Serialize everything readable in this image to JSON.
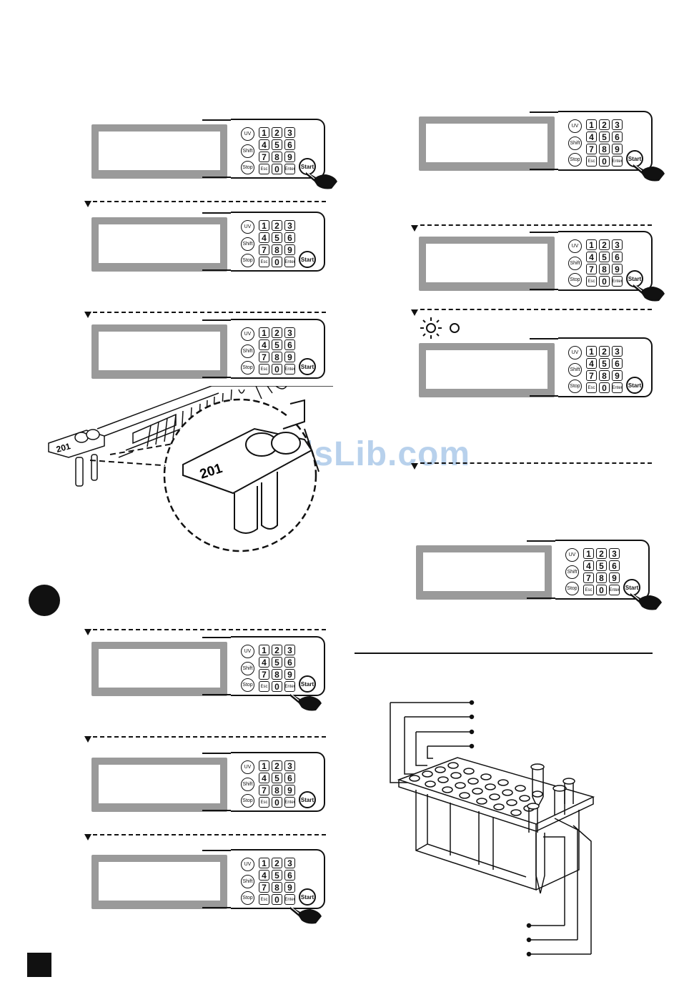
{
  "watermark": "ManualsLib.com",
  "keypad": {
    "uv": "UV",
    "shift": "Shift",
    "stop": "Stop",
    "esc": "Esc",
    "enter": "Enter",
    "start": "Start",
    "digits": [
      "1",
      "2",
      "3",
      "4",
      "5",
      "6",
      "7",
      "8",
      "9",
      "0"
    ]
  },
  "plate_label": "201",
  "panels": [
    {
      "id": "p1",
      "pressed": "start"
    },
    {
      "id": "p2",
      "pressed": "none"
    },
    {
      "id": "p3",
      "pressed": "none"
    },
    {
      "id": "p4",
      "pressed": "enter"
    },
    {
      "id": "p5",
      "pressed": "none"
    },
    {
      "id": "p6",
      "pressed": "enter"
    },
    {
      "id": "p7",
      "pressed": "start"
    },
    {
      "id": "p8",
      "pressed": "start"
    },
    {
      "id": "p9",
      "pressed": "none"
    },
    {
      "id": "p10",
      "pressed": "start"
    }
  ]
}
